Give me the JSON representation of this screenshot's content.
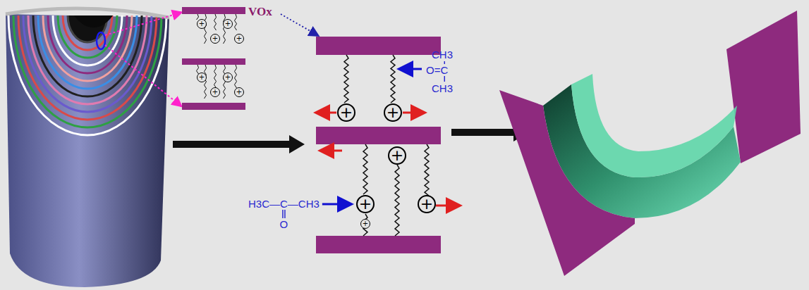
{
  "diagram": {
    "nodes": [
      {
        "text": [
          "+"
        ]
      },
      {
        "text": [
          "+"
        ]
      },
      {
        "text": [
          "+"
        ]
      },
      {
        "text": [
          "+"
        ]
      },
      {
        "text": [
          "+"
        ]
      },
      {
        "text": [
          "+"
        ]
      },
      {
        "text": [
          "+"
        ]
      },
      {
        "text": [
          "+"
        ]
      },
      {
        "text": [
          "+"
        ]
      },
      {
        "text": [
          "+"
        ]
      },
      {
        "text": [
          "+"
        ]
      },
      {
        "text": [
          "+"
        ]
      },
      {
        "text": [
          "+"
        ]
      },
      {
        "text": [
          "+"
        ]
      }
    ],
    "labels": [
      "VOx",
      "CH3",
      "O=C",
      "CH3",
      "H3C—C—CH3",
      "O"
    ]
  }
}
